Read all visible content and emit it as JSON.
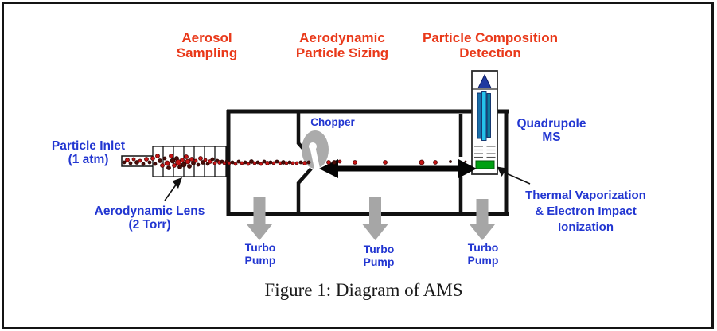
{
  "figure": {
    "caption": "Figure 1: Diagram of AMS"
  },
  "colors": {
    "stage_label": "#e9391a",
    "component_label": "#2236d1",
    "pump_arrow": "#a6a6a6",
    "chopper_gray": "#ababab",
    "vaporizer_green": "#00a012",
    "rod_dark_blue": "#1a6fa8",
    "rod_cyan": "#25c2ea",
    "rod_teal": "#0c7c9e",
    "ion_triangle_blue": "#1f3aa0",
    "particle_bright": "#c41414",
    "particle_dark": "#4a0d08",
    "chamber_line": "#111111"
  },
  "stages": [
    {
      "line1": "Aerosol",
      "line2": "Sampling"
    },
    {
      "line1": "Aerodynamic",
      "line2": "Particle Sizing"
    },
    {
      "line1": "Particle Composition",
      "line2": "Detection"
    }
  ],
  "components": {
    "particle_inlet": {
      "line1": "Particle Inlet",
      "line2": "(1 atm)"
    },
    "aerodynamic_lens": {
      "line1": "Aerodynamic Lens",
      "line2": "(2 Torr)"
    },
    "chopper": {
      "label": "Chopper"
    },
    "quadrupole": {
      "line1": "Quadrupole",
      "line2": "MS"
    },
    "thermal": {
      "line1": "Thermal Vaporization",
      "line2": "& Electron Impact",
      "line3": "Ionization"
    },
    "turbo_pumps": [
      {
        "line1": "Turbo",
        "line2": "Pump"
      },
      {
        "line1": "Turbo",
        "line2": "Pump"
      },
      {
        "line1": "Turbo",
        "line2": "Pump"
      }
    ]
  },
  "particles": [
    [
      156,
      204,
      2,
      1
    ],
    [
      160,
      201,
      2.5,
      0
    ],
    [
      164,
      205,
      2,
      1
    ],
    [
      168,
      200,
      2,
      0
    ],
    [
      172,
      204,
      2.5,
      1
    ],
    [
      176,
      202,
      2,
      0
    ],
    [
      180,
      206,
      2,
      1
    ],
    [
      184,
      200,
      2.5,
      0
    ],
    [
      188,
      204,
      2,
      1
    ],
    [
      192,
      199,
      2.5,
      0
    ],
    [
      195,
      206,
      2,
      1
    ],
    [
      198,
      196,
      2.5,
      0
    ],
    [
      201,
      202,
      2.5,
      1
    ],
    [
      204,
      208,
      2.5,
      0
    ],
    [
      207,
      199,
      2,
      1
    ],
    [
      210,
      205,
      3,
      0
    ],
    [
      212,
      211,
      2.5,
      1
    ],
    [
      215,
      196,
      2.5,
      0
    ],
    [
      217,
      202,
      3,
      1
    ],
    [
      219,
      208,
      2.5,
      0
    ],
    [
      222,
      199,
      2.5,
      1
    ],
    [
      224,
      204,
      3.5,
      0
    ],
    [
      226,
      210,
      2.5,
      1
    ],
    [
      229,
      201,
      2.5,
      0
    ],
    [
      231,
      207,
      3,
      1
    ],
    [
      234,
      197,
      2.5,
      0
    ],
    [
      236,
      203,
      3,
      0
    ],
    [
      238,
      209,
      2.5,
      1
    ],
    [
      241,
      200,
      2.5,
      0
    ],
    [
      243,
      205,
      2.5,
      1
    ],
    [
      246,
      202,
      2,
      0
    ],
    [
      249,
      207,
      2,
      1
    ],
    [
      252,
      199,
      2.5,
      0
    ],
    [
      255,
      204,
      2.5,
      1
    ],
    [
      258,
      201,
      2,
      0
    ],
    [
      261,
      206,
      2,
      1
    ],
    [
      264,
      203,
      2.5,
      0
    ],
    [
      267,
      200,
      2,
      1
    ],
    [
      270,
      205,
      2,
      0
    ],
    [
      273,
      202,
      2,
      1
    ],
    [
      276,
      204,
      2.5,
      0
    ],
    [
      279,
      203,
      2,
      1
    ],
    [
      282,
      205,
      2,
      0
    ],
    [
      285,
      203,
      2,
      1
    ],
    [
      288,
      205,
      2,
      0
    ],
    [
      292,
      204,
      2,
      1
    ],
    [
      296,
      206,
      2,
      0
    ],
    [
      300,
      203,
      2,
      1
    ],
    [
      304,
      205,
      2,
      0
    ],
    [
      308,
      204,
      2,
      1
    ],
    [
      312,
      206,
      2,
      0
    ],
    [
      316,
      203,
      2.5,
      1
    ],
    [
      320,
      205,
      2,
      0
    ],
    [
      324,
      204,
      2,
      1
    ],
    [
      328,
      206,
      2,
      0
    ],
    [
      332,
      203,
      2,
      1
    ],
    [
      336,
      205,
      2.5,
      0
    ],
    [
      340,
      204,
      2,
      1
    ],
    [
      344,
      205,
      2,
      0
    ],
    [
      348,
      203,
      2,
      1
    ],
    [
      352,
      205,
      2,
      0
    ],
    [
      356,
      204,
      2.5,
      1
    ],
    [
      360,
      205,
      2,
      0
    ],
    [
      364,
      204,
      2,
      1
    ],
    [
      368,
      205,
      2,
      0
    ],
    [
      373,
      205,
      2,
      0
    ],
    [
      378,
      204,
      2,
      1
    ],
    [
      383,
      205,
      2.5,
      0
    ],
    [
      388,
      204,
      2,
      1
    ],
    [
      413,
      204,
      2.5,
      0
    ],
    [
      420,
      204,
      2.5,
      1
    ],
    [
      427,
      203,
      2,
      0
    ],
    [
      446,
      204,
      2.5,
      0
    ],
    [
      484,
      204,
      2.5,
      0
    ],
    [
      530,
      204,
      3,
      0
    ],
    [
      547,
      204,
      2.5,
      0
    ],
    [
      566,
      203,
      1.5,
      1
    ],
    [
      585,
      203,
      1,
      1
    ]
  ]
}
